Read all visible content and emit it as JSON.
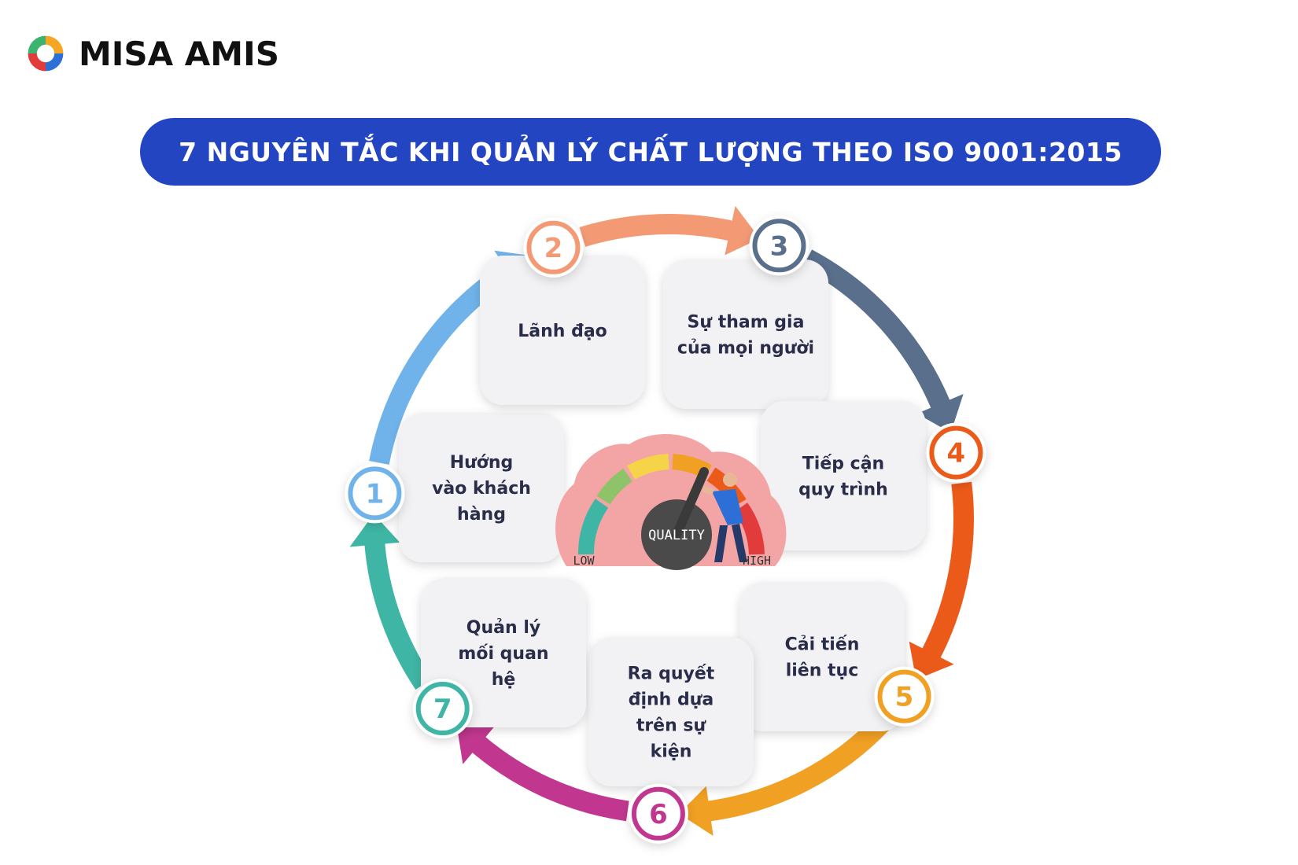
{
  "brand": {
    "name": "MISA AMIS"
  },
  "title": "7 NGUYÊN TẮC KHI QUẢN LÝ CHẤT LƯỢNG THEO ISO 9001:2015",
  "colors": {
    "banner": "#2445c2",
    "text": "#2a2d4a",
    "card": "#f2f2f4"
  },
  "center": {
    "badge": "QUALITY",
    "low": "LOW",
    "high": "HIGH"
  },
  "principles": [
    {
      "num": "1",
      "lines": [
        "Hướng",
        "vào khách",
        "hàng"
      ],
      "color": "#6fb3ea"
    },
    {
      "num": "2",
      "lines": [
        "Lãnh đạo"
      ],
      "color": "#f39a74"
    },
    {
      "num": "3",
      "lines": [
        "Sự tham gia",
        "của mọi người"
      ],
      "color": "#5a6f8c"
    },
    {
      "num": "4",
      "lines": [
        "Tiếp cận",
        "quy trình"
      ],
      "color": "#ec5a1a"
    },
    {
      "num": "5",
      "lines": [
        "Cải tiến",
        "liên tục"
      ],
      "color": "#f0a023"
    },
    {
      "num": "6",
      "lines": [
        "Ra quyết",
        "định dựa",
        "trên sự",
        "kiện"
      ],
      "color": "#c1378f"
    },
    {
      "num": "7",
      "lines": [
        "Quản lý",
        "mối quan",
        "hệ"
      ],
      "color": "#3fb6a5"
    }
  ]
}
